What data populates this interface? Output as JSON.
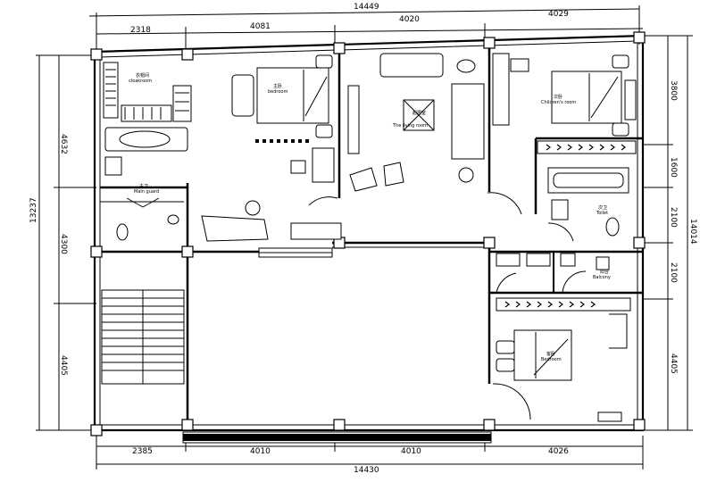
{
  "plan": {
    "dims_top": [
      "2318",
      "4081",
      "4020",
      "4029"
    ],
    "dim_top_total": "14449",
    "dims_bottom": [
      "2385",
      "4010",
      "4010",
      "4026"
    ],
    "dim_bottom_total": "14430",
    "dims_left": [
      "4632",
      "4300",
      "4405"
    ],
    "dim_left_total": "13237",
    "dims_right": [
      "3800",
      "1600",
      "2100",
      "2100",
      "4405"
    ],
    "dim_right_total": "14014",
    "rooms": {
      "cloakroom": [
        "衣帽间",
        "cloakroom"
      ],
      "master_bedroom": [
        "主卧",
        "bedroom"
      ],
      "master_bath": [
        "主卫",
        "Main guard"
      ],
      "living_room": [
        "起居室",
        "The living room"
      ],
      "bedroom_2": [
        "次卧",
        "Children's room"
      ],
      "bath_2": [
        "次卫",
        "Toilet"
      ],
      "balcony": [
        "阳台",
        "Balcony"
      ],
      "bedroom_3": [
        "客卧",
        "Bedroom"
      ]
    }
  }
}
